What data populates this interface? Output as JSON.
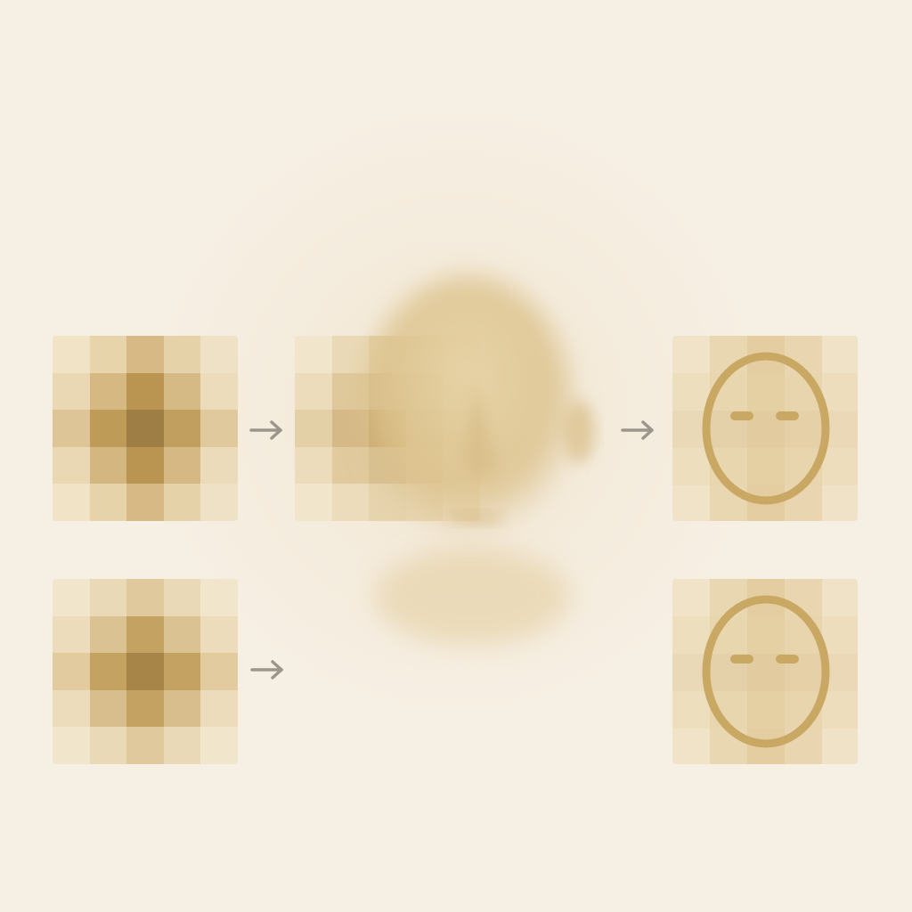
{
  "diagram": {
    "description_text": "",
    "colors": {
      "background": "#f6efe3",
      "cell_light": "#f0e3c8",
      "cell_mid": "#e2cd9e",
      "cell_dark": "#cdb078",
      "cell_darkest": "#9f7e45",
      "face_outline": "#c9a864",
      "arrow": "#9b968c"
    },
    "icons": {
      "arrow": "right-arrow-icon",
      "face": "face-outline-icon",
      "head": "blurred-head-figure"
    },
    "panels": [
      {
        "role": "input-blur-pattern-top"
      },
      {
        "role": "partial-pattern-center"
      },
      {
        "role": "face-output-top"
      },
      {
        "role": "input-blur-pattern-bottom"
      },
      {
        "role": "face-output-bottom"
      }
    ]
  }
}
